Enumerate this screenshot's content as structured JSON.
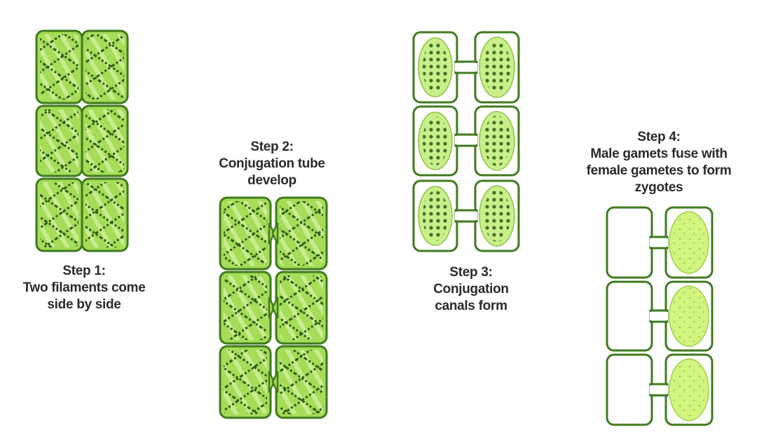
{
  "steps": [
    {
      "title": "Step 1:",
      "lines": [
        "Two filaments come",
        "side by side"
      ]
    },
    {
      "title": "Step 2:",
      "lines": [
        "Conjugation tube",
        "develop"
      ]
    },
    {
      "title": "Step 3:",
      "lines": [
        "Conjugation",
        "canals form"
      ]
    },
    {
      "title": "Step 4:",
      "lines": [
        "Male gamets fuse with",
        "female gametes to form",
        "zygotes"
      ]
    }
  ],
  "colors": {
    "outline": "#3f7a1e",
    "cell_fill": "#a5dc58",
    "chloroplast": "#2c5a12",
    "cytoplasm": "#c8ef8a",
    "zygote": "#d2f580",
    "background": "#ffffff"
  }
}
